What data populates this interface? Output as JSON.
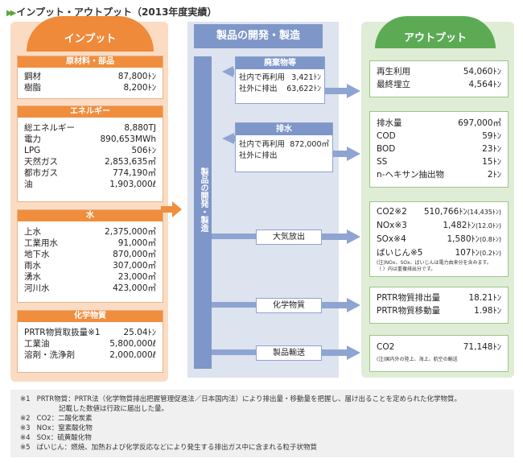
{
  "title": "インプット・アウトプット（2013年度実績）",
  "input": {
    "header": "インプット",
    "groups": [
      {
        "name": "原材料・部品",
        "rows": [
          [
            "鋼材",
            "87,800ﾄﾝ"
          ],
          [
            "樹脂",
            "8,200ﾄﾝ"
          ]
        ]
      },
      {
        "name": "エネルギー",
        "rows": [
          [
            "総エネルギー",
            "8,880TJ"
          ],
          [
            "電力",
            "890,653MWh"
          ],
          [
            "LPG",
            "506ﾄﾝ"
          ],
          [
            "天然ガス",
            "2,853,635㎥"
          ],
          [
            "都市ガス",
            "774,190㎥"
          ],
          [
            "油",
            "1,903,000ℓ"
          ]
        ]
      },
      {
        "name": "水",
        "rows": [
          [
            "上水",
            "2,375,000㎥"
          ],
          [
            "工業用水",
            "91,000㎥"
          ],
          [
            "地下水",
            "870,000㎥"
          ],
          [
            "雨水",
            "307,000㎥"
          ],
          [
            "湧水",
            "23,000㎥"
          ],
          [
            "河川水",
            "423,000㎥"
          ]
        ]
      },
      {
        "name": "化学物質",
        "rows": [
          [
            "PRTR物質取扱量※1",
            "25.04ﾄﾝ"
          ],
          [
            "工業油",
            "5,800,000ℓ"
          ],
          [
            "溶剤・洗浄剤",
            "2,000,000ℓ"
          ]
        ]
      }
    ]
  },
  "middle": {
    "header": "製品の開発・製造",
    "spine": "製品の開発・製造",
    "waste": {
      "name": "廃棄物等",
      "rows": [
        [
          "社内で再利用",
          "3,421ﾄﾝ"
        ],
        [
          "社外に排出",
          "63,622ﾄﾝ"
        ]
      ]
    },
    "water": {
      "name": "排水",
      "rows": [
        [
          "社内で再利用",
          "872,000㎥"
        ],
        [
          "社外に排出",
          ""
        ]
      ]
    },
    "air": "大気放出",
    "chem": "化学物質",
    "transport": "製品輸送"
  },
  "output": {
    "header": "アウトプット",
    "recycle": [
      [
        "再生利用",
        "54,060ﾄﾝ"
      ],
      [
        "最終埋立",
        "4,564ﾄﾝ"
      ]
    ],
    "drain": [
      [
        "排水量",
        "697,000㎥"
      ],
      [
        "COD",
        "59ﾄﾝ"
      ],
      [
        "BOD",
        "23ﾄﾝ"
      ],
      [
        "SS",
        "15ﾄﾝ"
      ],
      [
        "n-ヘキサン抽出物",
        "2ﾄﾝ"
      ]
    ],
    "air": [
      [
        "CO2※2",
        "510,766ﾄﾝ",
        "(14,435ﾄﾝ)"
      ],
      [
        "NOx※3",
        "1,482ﾄﾝ",
        "(12.0ﾄﾝ)"
      ],
      [
        "SOx※4",
        "1,580ﾄﾝ",
        "(0.8ﾄﾝ)"
      ],
      [
        "ばいじん※5",
        "107ﾄﾝ",
        "(0.2ﾄﾝ)"
      ]
    ],
    "air_note1": "(注)NOx、SOx、ばいじんは電力由来分を含みます。",
    "air_note2": "（ ）内は重複排出分です。",
    "prtr": [
      [
        "PRTR物質排出量",
        "18.21ﾄﾝ"
      ],
      [
        "PRTR物質移動量",
        "1.98ﾄﾝ"
      ]
    ],
    "transport": [
      [
        "CO2",
        "71,148ﾄﾝ"
      ]
    ],
    "transport_note": "(注)国内外の陸上、海上、航空の輸送"
  },
  "notes": [
    {
      "mark": "※1",
      "text": "PRTR物質：PRTR法（化学物質排出把握管理促進法／日本国内法）により排出量・移動量を把握し、届け出ることを定められた化学物質。"
    },
    {
      "mark": "",
      "text": "記載した数値は行政に届出した量。"
    },
    {
      "mark": "※2",
      "text": "CO2：二酸化炭素"
    },
    {
      "mark": "※3",
      "text": "NOx：窒素酸化物"
    },
    {
      "mark": "※4",
      "text": "SOx：硫黄酸化物"
    },
    {
      "mark": "※5",
      "text": "ばいじん：燃焼、加熱および化学反応などにより発生する排出ガス中に含まれる粒子状物質"
    }
  ]
}
